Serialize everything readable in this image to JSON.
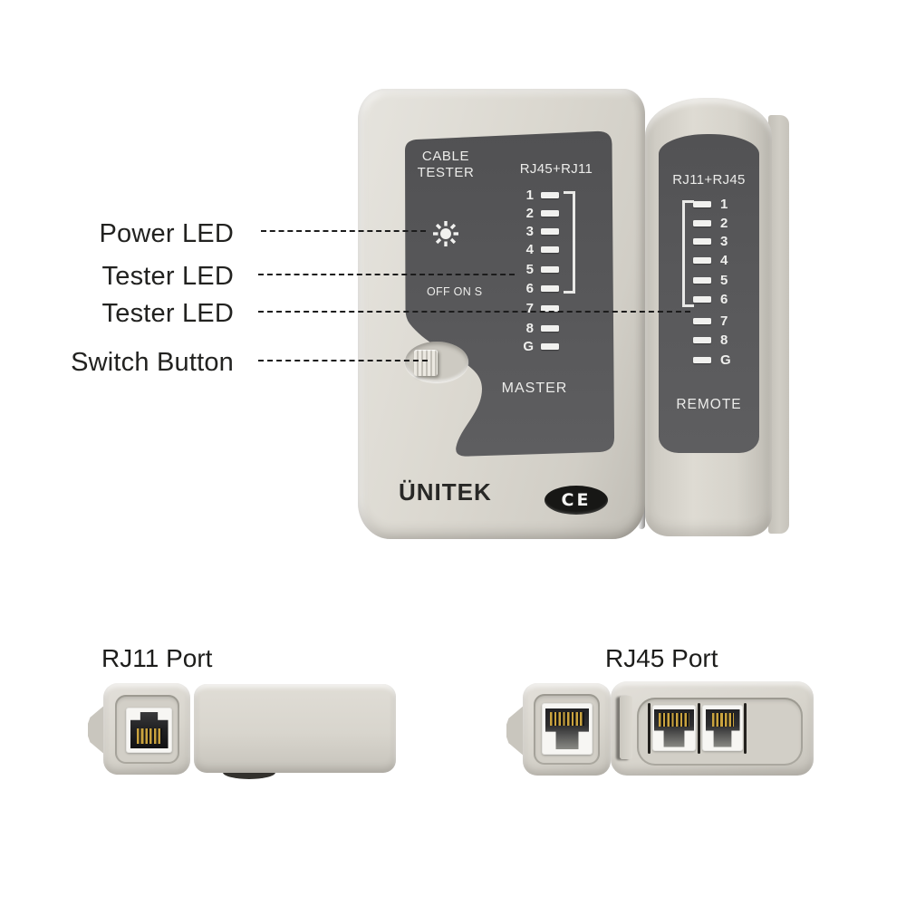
{
  "callouts": {
    "items": [
      {
        "label": "Power LED"
      },
      {
        "label": "Tester LED"
      },
      {
        "label": "Tester LED"
      },
      {
        "label": "Switch Button"
      }
    ]
  },
  "master_unit": {
    "title_line1": "CABLE",
    "title_line2": "TESTER",
    "port_label": "RJ45+RJ11",
    "leds": [
      "1",
      "2",
      "3",
      "4",
      "5",
      "6",
      "7",
      "8",
      "G"
    ],
    "power_switch_label": "OFF ON S",
    "role_label": "MASTER",
    "brand_logo": "ÜNITEK",
    "ce_mark": "CE"
  },
  "remote_unit": {
    "port_label": "RJ11+RJ45",
    "leds": [
      "1",
      "2",
      "3",
      "4",
      "5",
      "6",
      "7",
      "8",
      "G"
    ],
    "role_label": "REMOTE"
  },
  "bottom_views": {
    "rj11_view_label": "RJ11 Port",
    "rj45_view_label": "RJ45 Port"
  },
  "colors": {
    "background": "#ffffff",
    "body_beige": "#d8d5cd",
    "panel_dark": "#57575a",
    "led_bar": "#f1f1ef",
    "pin_gold": "#c9a23e",
    "label_text": "#222220"
  }
}
